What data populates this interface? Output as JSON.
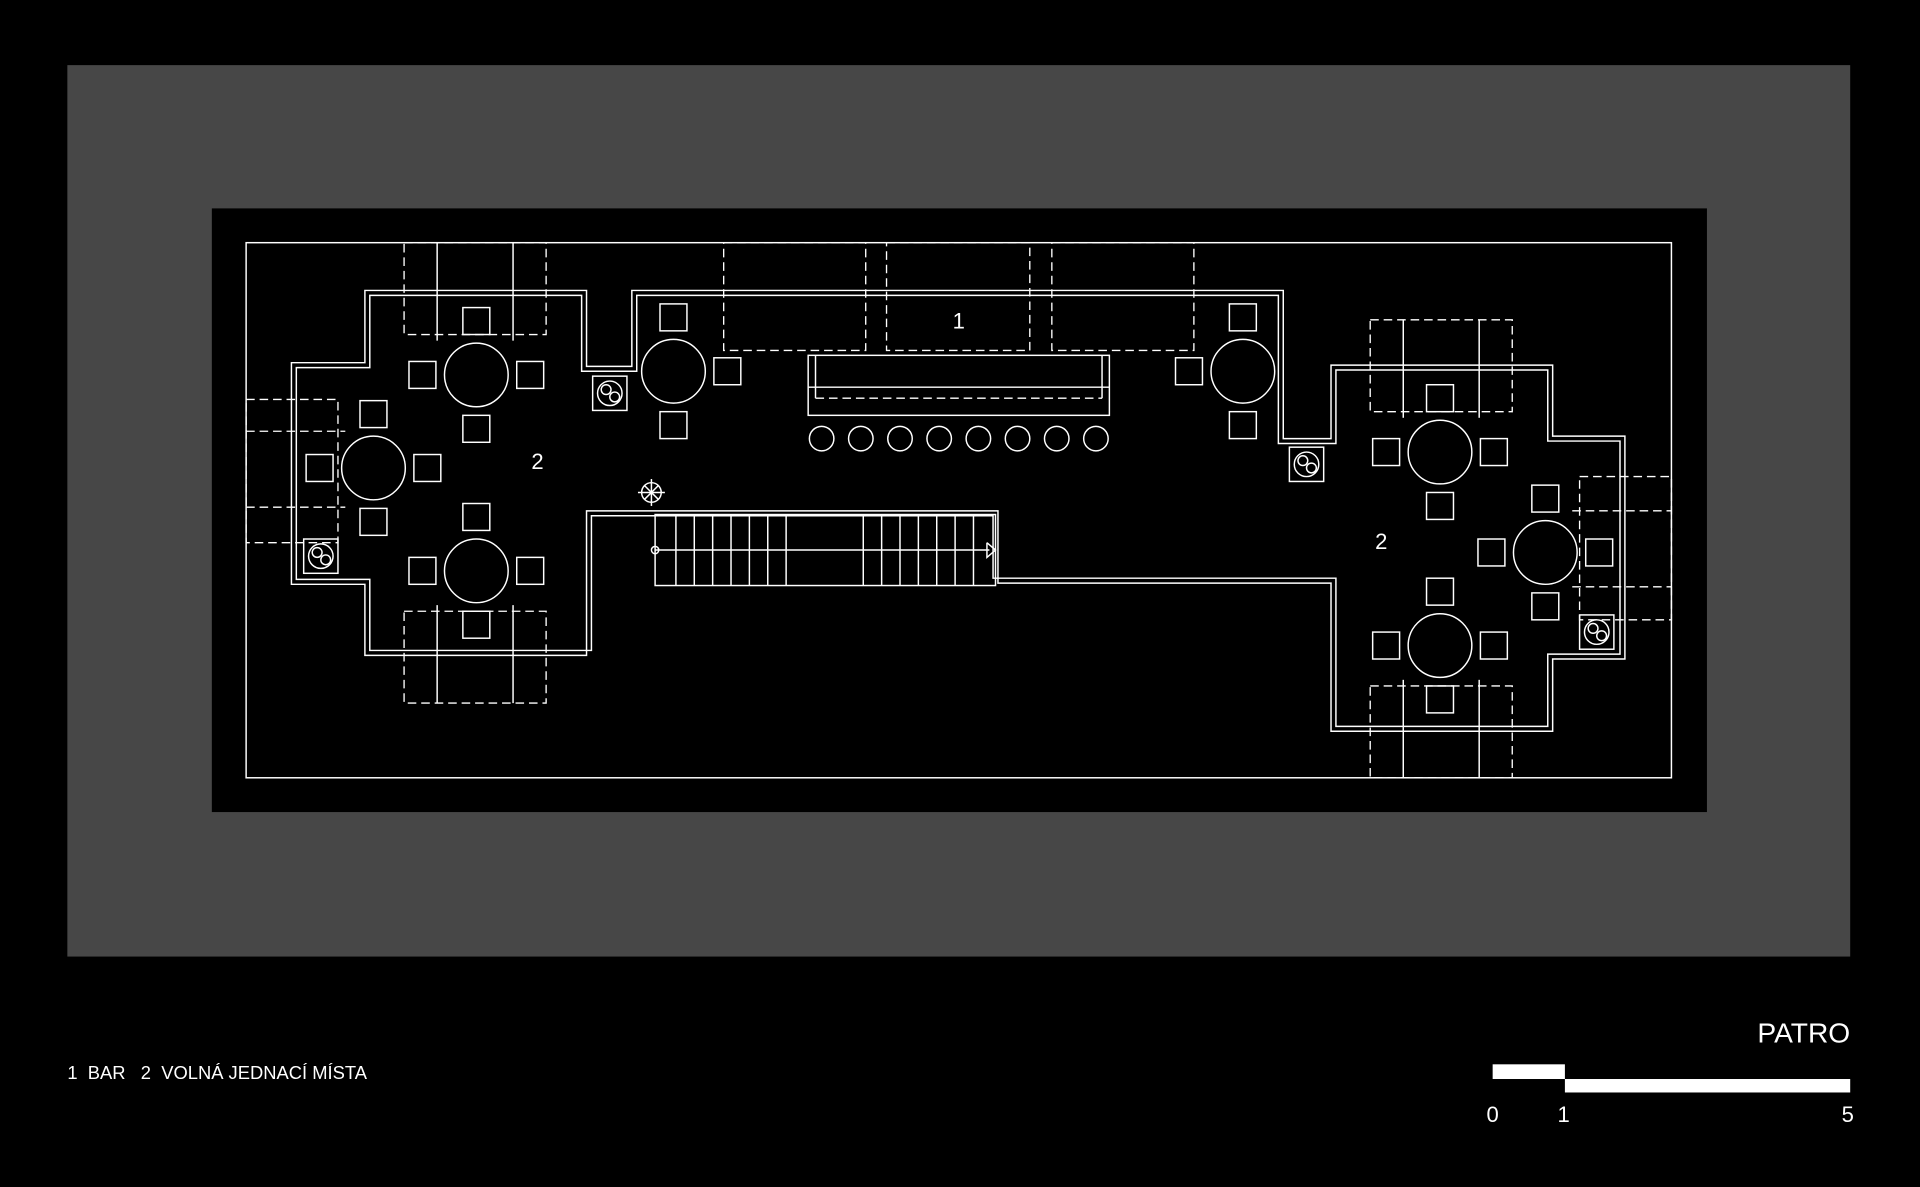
{
  "plan": {
    "room_labels": [
      {
        "number": "1",
        "meaning": "bar"
      },
      {
        "number": "2",
        "meaning": "meeting-left"
      },
      {
        "number": "2",
        "meaning": "meeting-right"
      }
    ]
  },
  "legend": {
    "text": "1  BAR   2  VOLNÁ JEDNACÍ MÍSTA"
  },
  "title": "PATRO",
  "scale_bar": {
    "labels": [
      "0",
      "1",
      "5"
    ],
    "unit_values": [
      0,
      1,
      5
    ]
  },
  "colors": {
    "background": "#000000",
    "frame": "#474747",
    "lines": "#ffffff"
  }
}
